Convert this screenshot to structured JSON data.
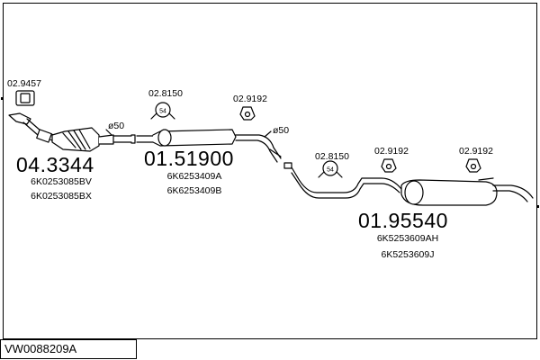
{
  "clamps": [
    {
      "number": "02.9457",
      "icon": "gasket-flange-icon"
    },
    {
      "number": "02.8150",
      "icon": "rubber-hanger-ring-icon",
      "hanger_label": "54"
    },
    {
      "number": "02.9192",
      "icon": "clamp-bracket-icon"
    },
    {
      "number": "02.8150",
      "icon": "rubber-hanger-ring-icon",
      "hanger_label": "54"
    },
    {
      "number": "02.9192",
      "icon": "clamp-bracket-icon"
    },
    {
      "number": "02.9192",
      "icon": "clamp-bracket-icon"
    }
  ],
  "parts": [
    {
      "number": "04.3344",
      "refs": [
        "6K0253085BV",
        "6K0253085BX"
      ],
      "icon": "catalytic-converter-icon"
    },
    {
      "number": "01.51900",
      "refs": [
        "6K6253409A",
        "6K6253409B"
      ],
      "icon": "front-silencer-icon"
    },
    {
      "number": "01.95540",
      "refs": [
        "6K5253609AH",
        "6K5253609J"
      ],
      "icon": "rear-silencer-icon"
    }
  ],
  "pipe_diameters": [
    "ø50",
    "ø50"
  ],
  "diagram_code": "VW0088209A"
}
